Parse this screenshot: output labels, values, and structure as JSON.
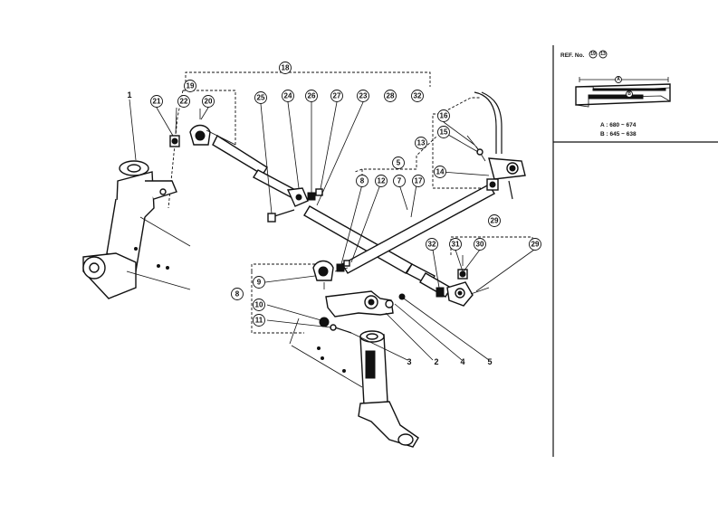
{
  "diagram": {
    "callouts": [
      {
        "key": "c18",
        "label": "18"
      },
      {
        "key": "c19",
        "label": "19"
      },
      {
        "key": "c21",
        "label": "21"
      },
      {
        "key": "c22",
        "label": "22"
      },
      {
        "key": "c20",
        "label": "20"
      },
      {
        "key": "c25",
        "label": "25"
      },
      {
        "key": "c24",
        "label": "24"
      },
      {
        "key": "c26",
        "label": "26"
      },
      {
        "key": "c27",
        "label": "27"
      },
      {
        "key": "c23",
        "label": "23"
      },
      {
        "key": "c28",
        "label": "28"
      },
      {
        "key": "c32a",
        "label": "32"
      },
      {
        "key": "c16",
        "label": "16"
      },
      {
        "key": "c15",
        "label": "15"
      },
      {
        "key": "c13",
        "label": "13"
      },
      {
        "key": "c14",
        "label": "14"
      },
      {
        "key": "c5",
        "label": "5"
      },
      {
        "key": "c8a",
        "label": "8"
      },
      {
        "key": "c12",
        "label": "12"
      },
      {
        "key": "c7",
        "label": "7"
      },
      {
        "key": "c17",
        "label": "17"
      },
      {
        "key": "c29a",
        "label": "29"
      },
      {
        "key": "c32b",
        "label": "32"
      },
      {
        "key": "c31",
        "label": "31"
      },
      {
        "key": "c30",
        "label": "30"
      },
      {
        "key": "c29b",
        "label": "29"
      },
      {
        "key": "c9",
        "label": "9"
      },
      {
        "key": "c8b",
        "label": "8"
      },
      {
        "key": "c10",
        "label": "10"
      },
      {
        "key": "c11",
        "label": "11"
      }
    ],
    "plain_labels": [
      {
        "key": "p1",
        "label": "1"
      },
      {
        "key": "p2",
        "label": "2"
      },
      {
        "key": "p3",
        "label": "3"
      },
      {
        "key": "p4",
        "label": "4"
      },
      {
        "key": "p5",
        "label": "5"
      }
    ]
  },
  "inset": {
    "ref_text": "REF. No.",
    "ref_nums": [
      "19",
      "13"
    ],
    "dim_label": "A",
    "dim_label_b": "B",
    "spec_a": "A : 680 ~ 674",
    "spec_b": "B : 645 ~ 638"
  }
}
